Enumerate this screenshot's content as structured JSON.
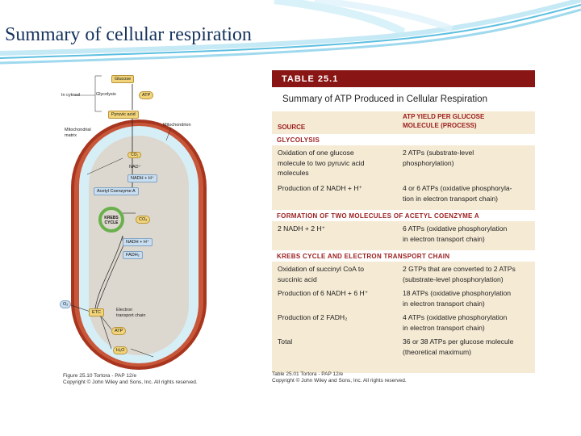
{
  "slide": {
    "title": "Summary of cellular respiration"
  },
  "figure": {
    "labels": {
      "in_cytosol": "In cytosol",
      "glucose": "Glucose",
      "glycolysis": "Glycolysis",
      "atp_top": "ATP",
      "pyruvic_acid": "Pyruvic acid",
      "mito_matrix": "Mitochondrial matrix",
      "mitochondrion": "Mitochondrion",
      "co2_top": "CO₂",
      "nad": "NAD⁺",
      "nadh_h": "NADH + H⁺",
      "acetyl": "Acetyl Coenzyme A",
      "krebs": "KREBS CYCLE",
      "co2_krebs": "CO₂",
      "nadh_h2": "NADH + H⁺",
      "fadh2": "FADH₂",
      "o2": "O₂",
      "etc": "ETC",
      "etc_label": "Electron transport chain",
      "atp_etc": "ATP",
      "h2o": "H₂O"
    },
    "caption_line1": "Figure 25.10  Tortora - PAP 12/e",
    "caption_line2": "Copyright © John Wiley and Sons, Inc. All rights reserved."
  },
  "table": {
    "header": "TABLE 25.1",
    "subtitle": "Summary of ATP Produced in Cellular Respiration",
    "col_source": "SOURCE",
    "col_yield_1": "ATP YIELD PER GLUCOSE",
    "col_yield_2": "MOLECULE (PROCESS)",
    "sec1": "GLYCOLYSIS",
    "sec2": "FORMATION OF TWO MOLECULES OF ACETYL COENZYME A",
    "sec3": "KREBS CYCLE AND ELECTRON TRANSPORT CHAIN",
    "r1_src_1": "Oxidation of one glucose",
    "r1_src_2": "molecule to two pyruvic acid",
    "r1_src_3": "molecules",
    "r1_yld_1": "2 ATPs (substrate-level",
    "r1_yld_2": "phosphorylation)",
    "r2_src": "Production of  2 NADH + H⁺",
    "r2_yld_1": "4 or 6 ATPs (oxidative phosphoryla-",
    "r2_yld_2": "tion in electron transport chain)",
    "r3_src": "2 NADH + 2 H⁺",
    "r3_yld_1": "6 ATPs (oxidative phosphorylation",
    "r3_yld_2": "in electron transport chain)",
    "r4_src_1": "Oxidation of succinyl CoA to",
    "r4_src_2": "succinic acid",
    "r4_yld_1": "2 GTPs that are converted to 2 ATPs",
    "r4_yld_2": "(substrate-level phosphorylation)",
    "r5_src": "Production of 6 NADH  + 6 H⁺",
    "r5_yld_1": "18 ATPs (oxidative phosphorylation",
    "r5_yld_2": "in electron transport chain)",
    "r6_src": "Production of  2 FADH₂",
    "r6_yld_1": "4 ATPs (oxidative phosphorylation",
    "r6_yld_2": "in electron transport chain)",
    "r7_src": "Total",
    "r7_yld_1": "36 or 38 ATPs per glucose molecule",
    "r7_yld_2": "(theoretical maximum)",
    "caption_line1": "Table 25.01  Tortora - PAP 12/e",
    "caption_line2": "Copyright © John Wiley and Sons, Inc. All rights reserved."
  }
}
